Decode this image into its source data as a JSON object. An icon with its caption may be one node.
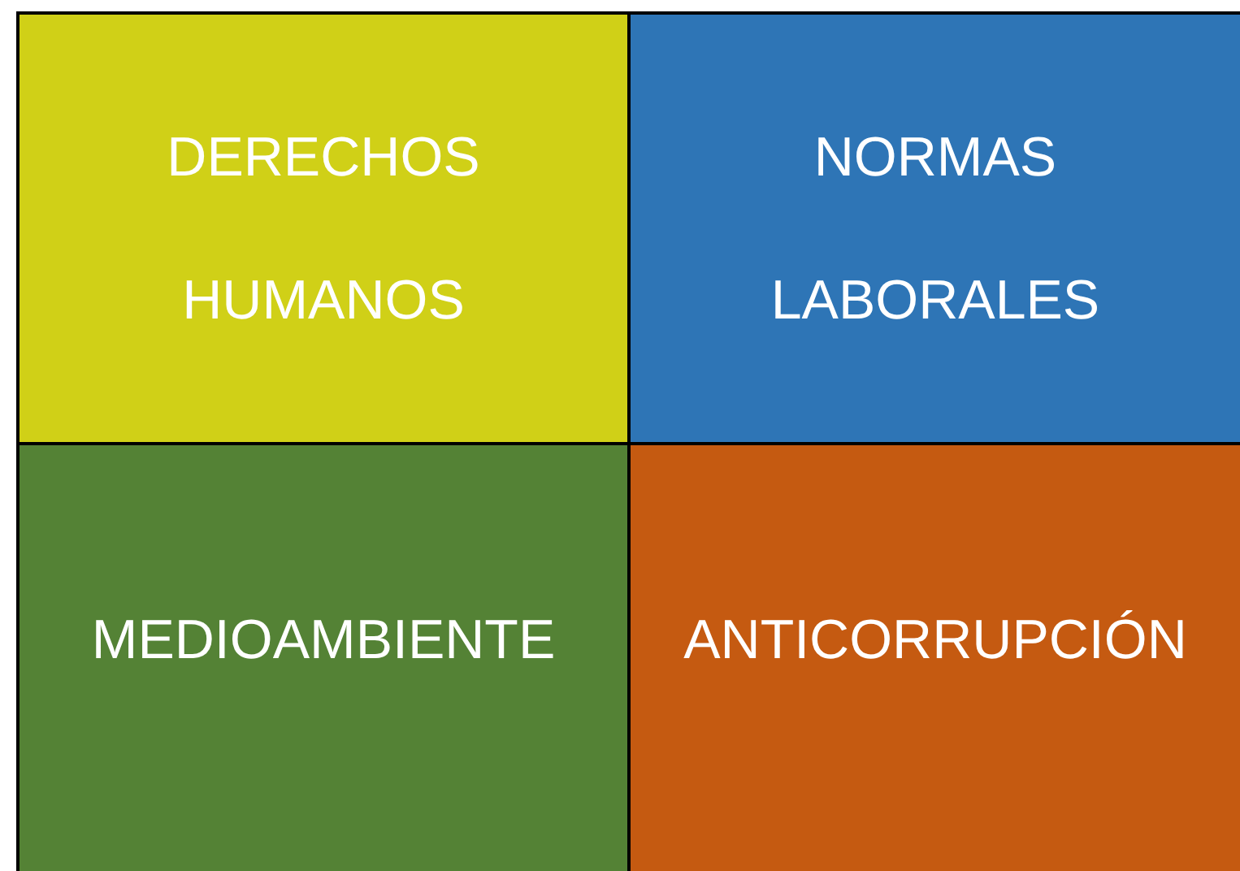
{
  "diagram": {
    "nodes": [
      {
        "text": [
          "DERECHOS HUMANOS"
        ]
      },
      {
        "text": [
          "NORMAS LABORALES"
        ]
      },
      {
        "text": [
          "MEDIOAMBIENTE"
        ]
      },
      {
        "text": [
          "ANTICORRUPCIÓN"
        ]
      }
    ]
  }
}
